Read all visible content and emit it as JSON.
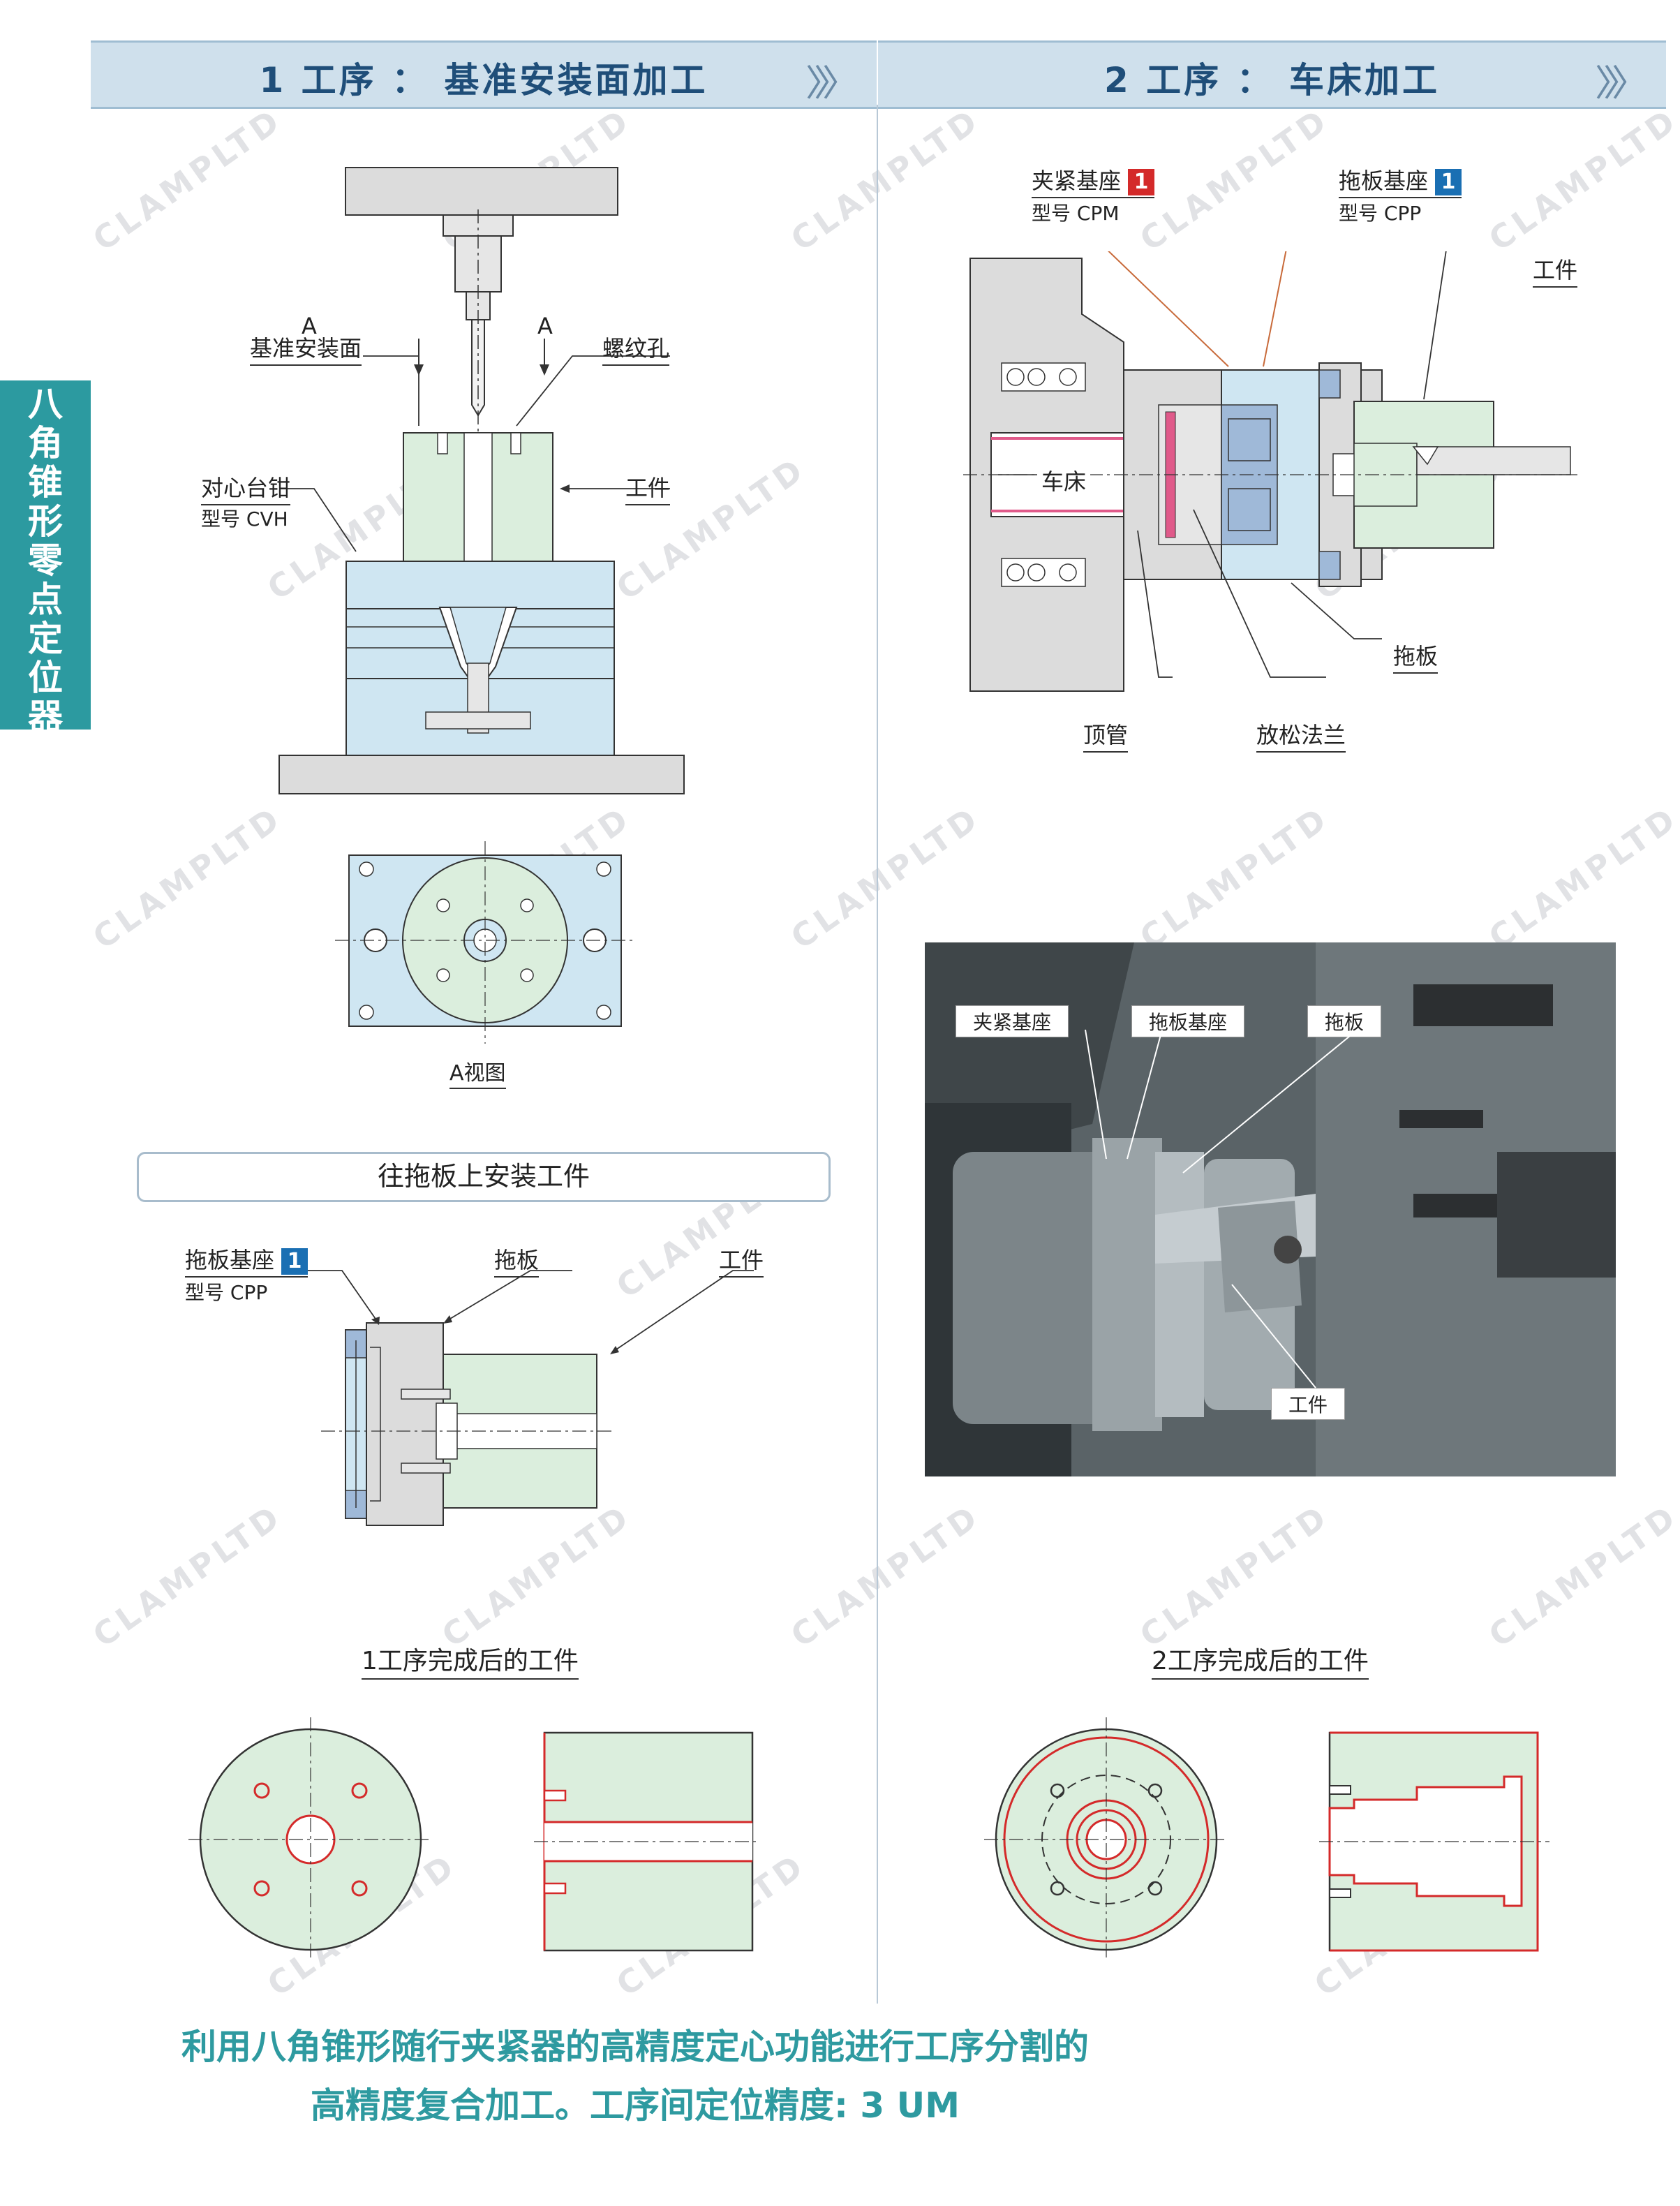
{
  "headers": {
    "left": "1 工序 ： 基准安装面加工",
    "right": "2 工序 ： 车床加工"
  },
  "sidebar": {
    "title": "八角锥形零点定位器"
  },
  "left": {
    "labels": {
      "datum_surface": "基准安装面",
      "thread_hole": "螺纹孔",
      "arrow_a1": "A",
      "arrow_a2": "A",
      "vise": "对心台钳",
      "vise_model": "型号 CVH",
      "workpiece": "工件",
      "view_a": "A视图"
    },
    "mount_caption": "往拖板上安装工件",
    "mount_labels": {
      "pallet_base": "拖板基座",
      "pallet_base_badge": "1",
      "pallet_base_model": "型号 CPP",
      "pallet": "拖板",
      "workpiece": "工件"
    },
    "result_caption": "1工序完成后的工件"
  },
  "right": {
    "labels": {
      "clamp_base": "夹紧基座",
      "clamp_base_badge": "1",
      "clamp_base_model": "型号 CPM",
      "pallet_base": "拖板基座",
      "pallet_base_badge": "1",
      "pallet_base_model": "型号 CPP",
      "workpiece": "工件",
      "lathe": "车床",
      "pallet": "拖板",
      "ejector_tube": "顶管",
      "release_flange": "放松法兰"
    },
    "photo_tags": {
      "clamp_base": "夹紧基座",
      "pallet_base": "拖板基座",
      "pallet": "拖板",
      "workpiece": "工件"
    },
    "result_caption": "2工序完成后的工件"
  },
  "footer": {
    "line1": "利用八角锥形随行夹紧器的高精度定心功能进行工序分割的",
    "line2": "高精度复合加工。工序间定位精度: 3 UM"
  },
  "watermark": "CLAMPLTD",
  "colors": {
    "header_bg": "#cfe0ec",
    "header_text": "#1f4e79",
    "sidebar_bg": "#2c9aa0",
    "accent_teal": "#2e9aa0",
    "part_green": "#dbeedd",
    "fixture_blue": "#cfe6f2",
    "badge_blue": "#1a6fb3",
    "badge_red": "#d42a2a",
    "machining_red": "#d42a2a"
  }
}
